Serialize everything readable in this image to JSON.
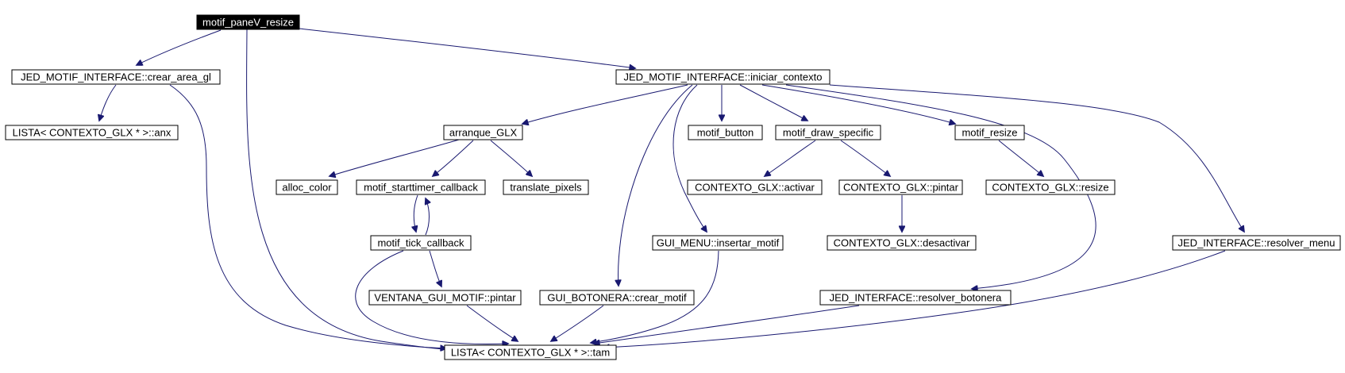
{
  "diagram": {
    "colors": {
      "edge": "#191970",
      "node_border": "#000000",
      "node_fill": "#ffffff",
      "root_fill": "#000000",
      "root_text": "#ffffff"
    },
    "nodes": [
      {
        "id": "motif_paneV_resize",
        "label": "motif_paneV_resize",
        "root": true
      },
      {
        "id": "crear_area_gl",
        "label": "JED_MOTIF_INTERFACE::crear_area_gl"
      },
      {
        "id": "iniciar_contexto",
        "label": "JED_MOTIF_INTERFACE::iniciar_contexto"
      },
      {
        "id": "anx",
        "label": "LISTA< CONTEXTO_GLX * >::anx"
      },
      {
        "id": "arranque_GLX",
        "label": "arranque_GLX"
      },
      {
        "id": "motif_button",
        "label": "motif_button"
      },
      {
        "id": "motif_draw_specific",
        "label": "motif_draw_specific"
      },
      {
        "id": "motif_resize",
        "label": "motif_resize"
      },
      {
        "id": "alloc_color",
        "label": "alloc_color"
      },
      {
        "id": "motif_starttimer_callback",
        "label": "motif_starttimer_callback"
      },
      {
        "id": "translate_pixels",
        "label": "translate_pixels"
      },
      {
        "id": "activar",
        "label": "CONTEXTO_GLX::activar"
      },
      {
        "id": "pintar_glx",
        "label": "CONTEXTO_GLX::pintar"
      },
      {
        "id": "resize_glx",
        "label": "CONTEXTO_GLX::resize"
      },
      {
        "id": "motif_tick_callback",
        "label": "motif_tick_callback"
      },
      {
        "id": "insertar_motif",
        "label": "GUI_MENU::insertar_motif"
      },
      {
        "id": "desactivar",
        "label": "CONTEXTO_GLX::desactivar"
      },
      {
        "id": "resolver_menu",
        "label": "JED_INTERFACE::resolver_menu"
      },
      {
        "id": "ventana_pintar",
        "label": "VENTANA_GUI_MOTIF::pintar"
      },
      {
        "id": "crear_motif",
        "label": "GUI_BOTONERA::crear_motif"
      },
      {
        "id": "resolver_botonera",
        "label": "JED_INTERFACE::resolver_botonera"
      },
      {
        "id": "tam",
        "label": "LISTA< CONTEXTO_GLX * >::tam"
      }
    ],
    "edges": [
      {
        "from": "motif_paneV_resize",
        "to": "crear_area_gl"
      },
      {
        "from": "motif_paneV_resize",
        "to": "iniciar_contexto"
      },
      {
        "from": "motif_paneV_resize",
        "to": "tam"
      },
      {
        "from": "crear_area_gl",
        "to": "anx"
      },
      {
        "from": "crear_area_gl",
        "to": "tam"
      },
      {
        "from": "iniciar_contexto",
        "to": "arranque_GLX"
      },
      {
        "from": "iniciar_contexto",
        "to": "motif_button"
      },
      {
        "from": "iniciar_contexto",
        "to": "motif_draw_specific"
      },
      {
        "from": "iniciar_contexto",
        "to": "motif_resize"
      },
      {
        "from": "iniciar_contexto",
        "to": "insertar_motif"
      },
      {
        "from": "iniciar_contexto",
        "to": "crear_motif"
      },
      {
        "from": "iniciar_contexto",
        "to": "resolver_botonera"
      },
      {
        "from": "iniciar_contexto",
        "to": "resolver_menu"
      },
      {
        "from": "arranque_GLX",
        "to": "alloc_color"
      },
      {
        "from": "arranque_GLX",
        "to": "motif_starttimer_callback"
      },
      {
        "from": "arranque_GLX",
        "to": "translate_pixels"
      },
      {
        "from": "motif_draw_specific",
        "to": "activar"
      },
      {
        "from": "motif_draw_specific",
        "to": "pintar_glx"
      },
      {
        "from": "motif_resize",
        "to": "resize_glx"
      },
      {
        "from": "pintar_glx",
        "to": "desactivar"
      },
      {
        "from": "motif_starttimer_callback",
        "to": "motif_tick_callback"
      },
      {
        "from": "motif_tick_callback",
        "to": "motif_starttimer_callback"
      },
      {
        "from": "motif_tick_callback",
        "to": "ventana_pintar"
      },
      {
        "from": "motif_tick_callback",
        "to": "tam"
      },
      {
        "from": "ventana_pintar",
        "to": "tam"
      },
      {
        "from": "crear_motif",
        "to": "tam"
      },
      {
        "from": "insertar_motif",
        "to": "tam"
      },
      {
        "from": "resolver_botonera",
        "to": "tam"
      },
      {
        "from": "resolver_menu",
        "to": "tam"
      }
    ]
  }
}
